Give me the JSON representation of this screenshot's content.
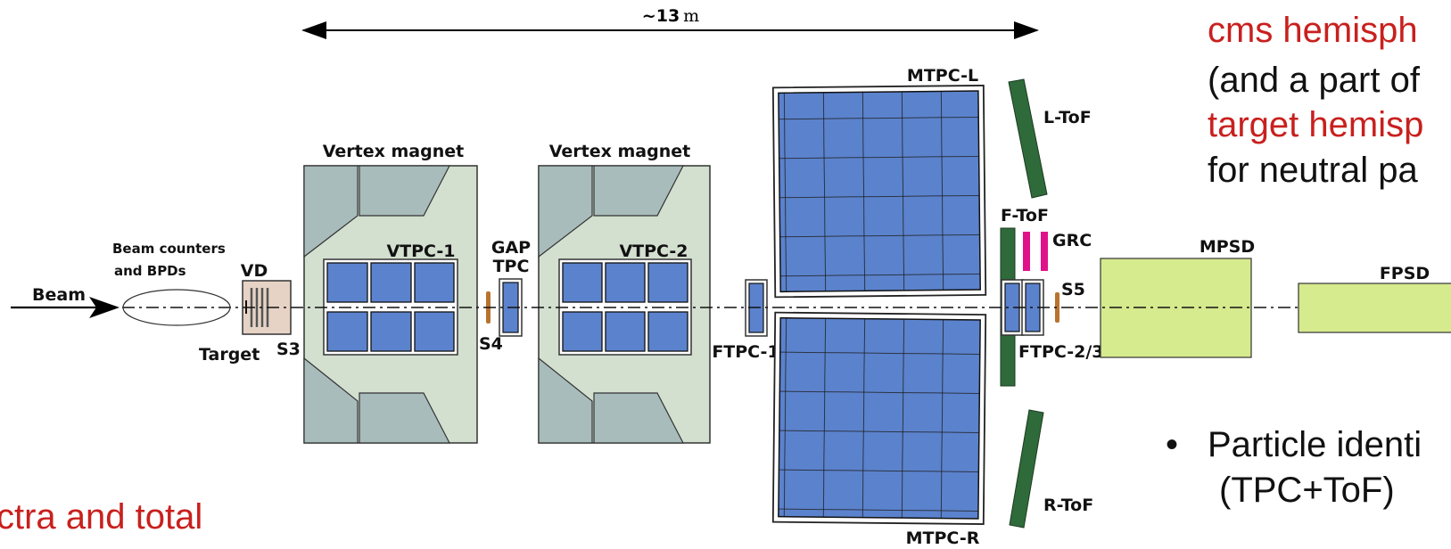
{
  "scale": {
    "prefix": "~",
    "value": "13",
    "unit": "m"
  },
  "beam": {
    "label": "Beam",
    "counters_line1": "Beam counters",
    "counters_line2": "and BPDs"
  },
  "detectors": {
    "vd": "VD",
    "target": "Target",
    "s3": "S3",
    "s4": "S4",
    "s5": "S5",
    "vertex_magnet_1": "Vertex magnet",
    "vertex_magnet_2": "Vertex magnet",
    "vtpc1": "VTPC-1",
    "vtpc2": "VTPC-2",
    "gap_tpc_line1": "GAP",
    "gap_tpc_line2": "TPC",
    "ftpc1": "FTPC-1",
    "ftpc23": "FTPC-2/3",
    "mtpc_l": "MTPC-L",
    "mtpc_r": "MTPC-R",
    "l_tof": "L-ToF",
    "f_tof": "F-ToF",
    "r_tof": "R-ToF",
    "grc": "GRC",
    "mpsd": "MPSD",
    "fpsd": "FPSD"
  },
  "slide_text": {
    "top_right_line1": "cms hemisph",
    "top_right_line2": "(and a part of",
    "top_right_line3": "target hemisp",
    "top_right_line4": "for neutral pa",
    "bullet_symbol": "•",
    "bullet_line1": "Particle identi",
    "bullet_line2": "(TPC+ToF)",
    "bottom_left": "ctra and total"
  },
  "colors": {
    "tpc_blue": "#5b82cc",
    "magnet_bg": "#d3dfcf",
    "magnet_yoke": "#a9bcbc",
    "psd_green": "#d6ea8e",
    "tof_green": "#2f6b3a",
    "grc_magenta": "#e0128a",
    "counter_brown": "#b8732f",
    "vd_bg": "#e6d3c6",
    "accent_red": "#c8201e"
  }
}
